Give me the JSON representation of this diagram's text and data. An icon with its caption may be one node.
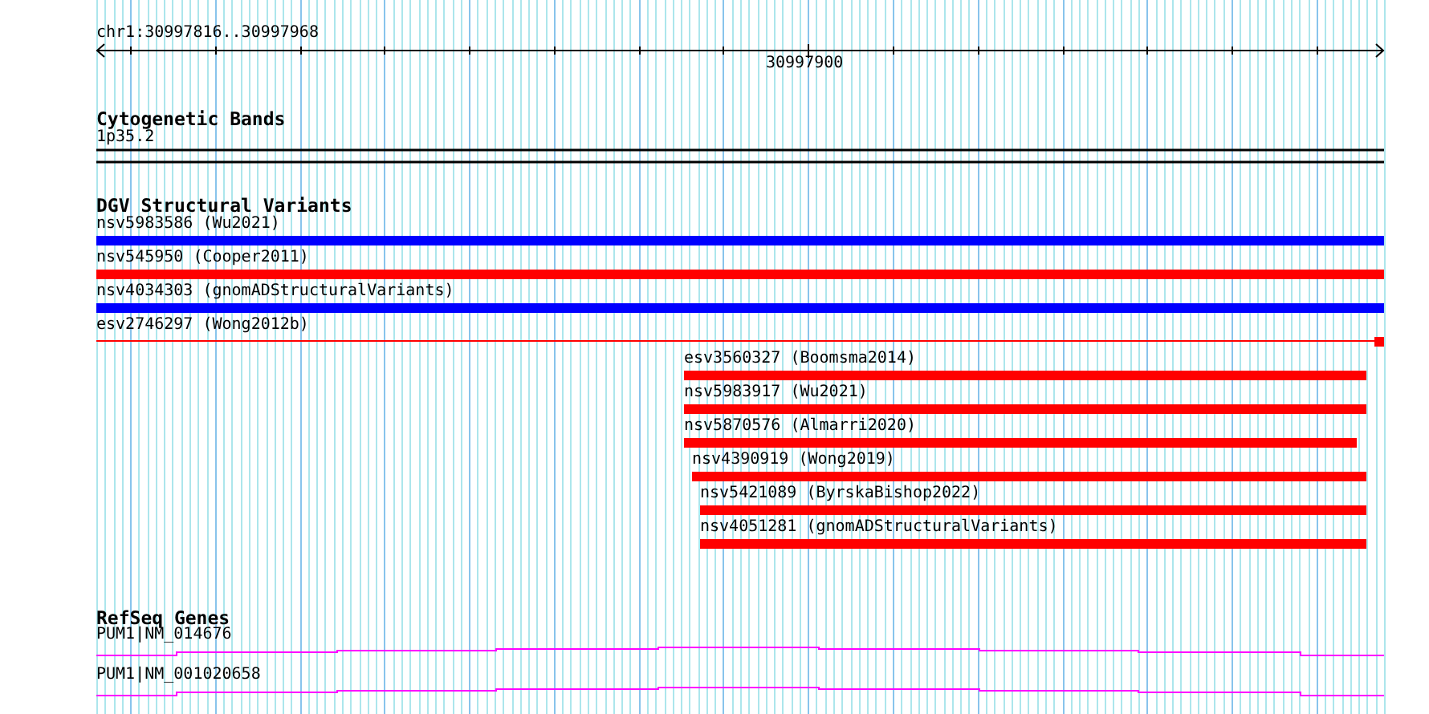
{
  "diagram": {
    "labels": [
      "chr1:30997816..30997968",
      "30997900",
      "Cytogenetic Bands",
      "1p35.2",
      "DGV Structural Variants",
      "nsv5983586 (Wu2021)",
      "nsv545950 (Cooper2011)",
      "nsv4034303 (gnomADStructuralVariants)",
      "esv2746297 (Wong2012b)",
      "esv3560327 (Boomsma2014)",
      "nsv5983917 (Wu2021)",
      "nsv5870576 (Almarri2020)",
      "nsv4390919 (Wong2019)",
      "nsv5421089 (ByrskaBishop2022)",
      "nsv4051281 (gnomADStructuralVariants)",
      "RefSeq Genes",
      "PUM1|NM_014676",
      "PUM1|NM_001020658"
    ]
  }
}
